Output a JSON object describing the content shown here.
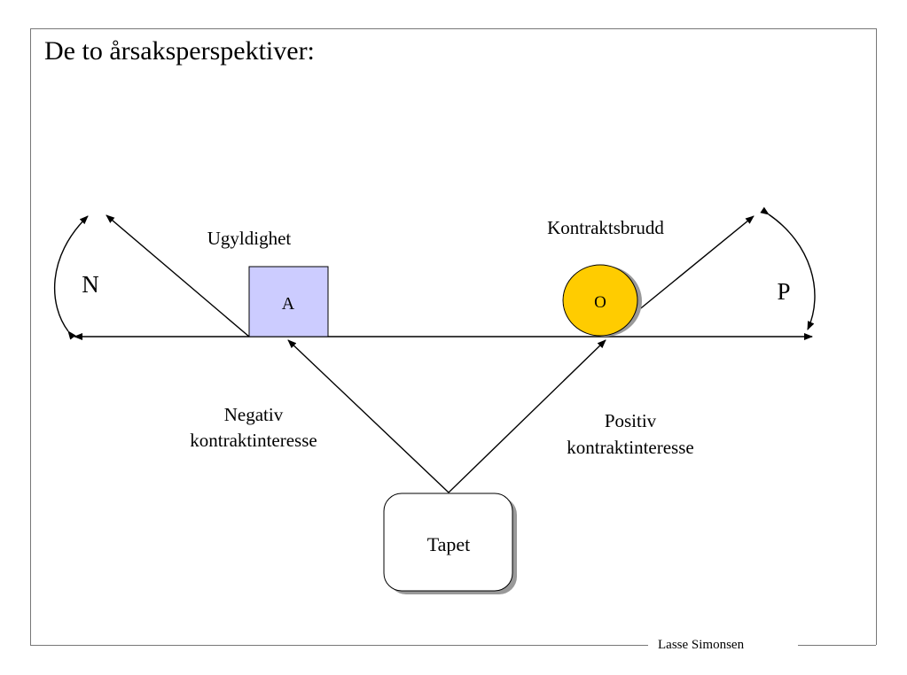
{
  "slide": {
    "title": "De to årsaksperspektiver:",
    "author": "Lasse Simonsen"
  },
  "diagram": {
    "left_label": "Ugyldighet",
    "right_label": "Kontraktsbrudd",
    "box_a_label": "A",
    "circle_o_label": "O",
    "rotation_left_label": "N",
    "rotation_right_label": "P",
    "negative_interest": [
      "Negativ",
      "kontraktinteresse"
    ],
    "positive_interest": [
      "Positiv",
      "kontraktinteresse"
    ],
    "loss_box_label": "Tapet"
  },
  "colors": {
    "box_a_fill": "#ccccff",
    "circle_o_fill": "#ffcc00",
    "frame": "#777777"
  }
}
